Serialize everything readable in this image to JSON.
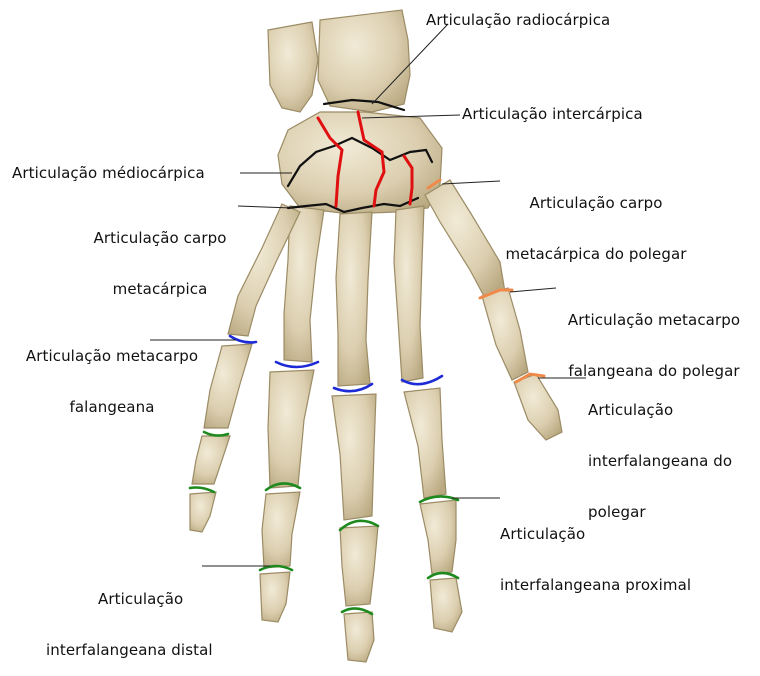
{
  "labels": {
    "radiocarpica": "Articulação radiocárpica",
    "intercarpica": "Articulação intercárpica",
    "mediocarpica": "Articulação médiocárpica",
    "carpo_meta_1": "Articulação carpo",
    "carpo_meta_2": "metacárpica",
    "cmc_polegar_1": "Articulação carpo",
    "cmc_polegar_2": "metacárpica do polegar",
    "mcf_polegar_1": "Articulação metacarpo",
    "mcf_polegar_2": "falangeana do polegar",
    "mcf_1": "Articulação metacarpo",
    "mcf_2": "falangeana",
    "if_polegar_1": "Articulação",
    "if_polegar_2": "interfalangeana do",
    "if_polegar_3": "polegar",
    "ifp_1": "Articulação",
    "ifp_2": "interfalangeana proximal",
    "ifd_1": "Articulação",
    "ifd_2": "interfalangeana distal"
  },
  "colors": {
    "bone": "#e3d8bd",
    "bone_shadow": "#b8a983",
    "bone_edge": "#9c8c66",
    "radiocarpal_line": "#111111",
    "intercarpal_line": "#e01010",
    "thumb_joint_line": "#f08a4b",
    "mcp_line": "#1d2bd6",
    "ip_line": "#1e8a1e",
    "leader_line": "#222222"
  }
}
